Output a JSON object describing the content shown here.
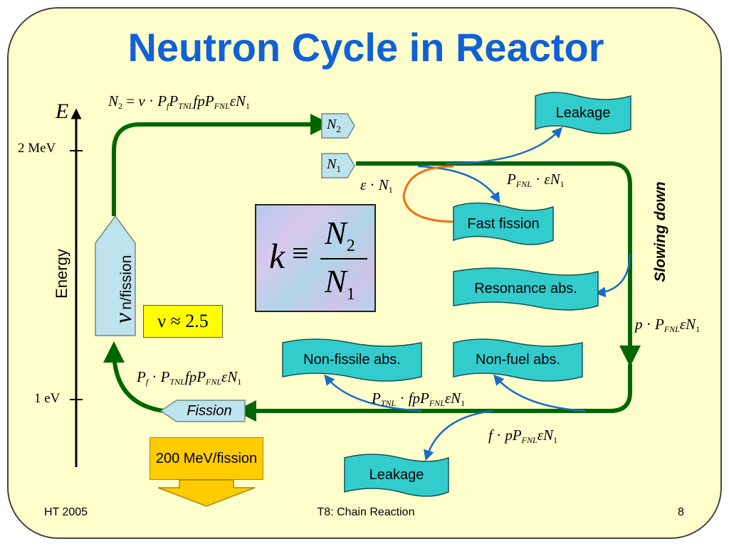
{
  "title": "Neutron Cycle in Reactor",
  "axis": {
    "energy_label": "Energy",
    "e_symbol": "E",
    "tick_2mev": "2 MeV",
    "tick_1ev": "1 eV"
  },
  "boxes": {
    "nu_fission": "n/fission",
    "nu_symbol": "ν",
    "nu_value": "ν ≈ 2.5",
    "n2": "N",
    "n2_sub": "2",
    "n1": "N",
    "n1_sub": "1",
    "leakage_top": "Leakage",
    "fast_fission": "Fast fission",
    "resonance": "Resonance abs.",
    "non_fissile": "Non-fissile abs.",
    "non_fuel": "Non-fuel abs.",
    "fission": "Fission",
    "leakage_bottom": "Leakage",
    "mev": "200 MeV/fission",
    "slowing_down": "Slowing down"
  },
  "k_formula": {
    "k": "k",
    "equiv": "≡",
    "num": "N",
    "num_sub": "2",
    "den": "N",
    "den_sub": "1"
  },
  "footer": {
    "left": "HT 2005",
    "center": "T8: Chain Reaction",
    "right": "8"
  },
  "colors": {
    "title": "#1060d8",
    "path": "#006600",
    "flow": "#1a6cc8",
    "fast_loop": "#f07010",
    "teal": "#33cccc",
    "pale_blue": "#bfe3ec"
  }
}
